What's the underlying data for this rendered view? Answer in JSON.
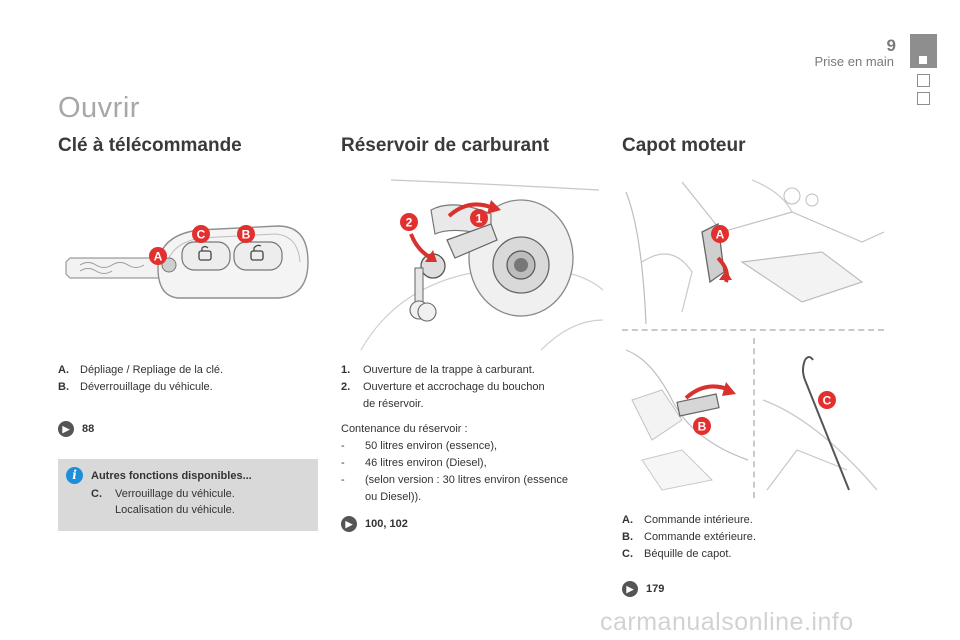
{
  "header": {
    "page_number": "9",
    "section": "Prise en main"
  },
  "page_title": "Ouvrir",
  "columns": {
    "key": {
      "title": "Clé à télécommande",
      "callouts": [
        "A",
        "B",
        "C"
      ],
      "legend": [
        {
          "key": "A.",
          "text": "Dépliage / Repliage de la clé."
        },
        {
          "key": "B.",
          "text": "Déverrouillage du véhicule."
        }
      ],
      "page_ref": "88",
      "info_box": {
        "title": "Autres fonctions disponibles...",
        "key": "C.",
        "lines": [
          "Verrouillage du véhicule.",
          "Localisation du véhicule."
        ]
      }
    },
    "fuel": {
      "title": "Réservoir de carburant",
      "callouts": [
        "1",
        "2"
      ],
      "legend": [
        {
          "key": "1.",
          "text": "Ouverture de la trappe à carburant."
        },
        {
          "key": "2.",
          "text": "Ouverture et accrochage du bouchon",
          "text2": "de réservoir."
        }
      ],
      "capacity_intro": "Contenance du réservoir :",
      "capacity_items": [
        {
          "dash": "-",
          "text": "50 litres environ (essence),"
        },
        {
          "dash": "-",
          "text": "46 litres environ (Diesel),"
        },
        {
          "dash": "-",
          "text": "(selon version : 30 litres environ (essence",
          "text2": "ou Diesel))."
        }
      ],
      "page_ref": "100, 102"
    },
    "hood": {
      "title": "Capot moteur",
      "callouts": [
        "A",
        "B",
        "C"
      ],
      "legend": [
        {
          "key": "A.",
          "text": "Commande intérieure."
        },
        {
          "key": "B.",
          "text": "Commande extérieure."
        },
        {
          "key": "C.",
          "text": "Béquille de capot."
        }
      ],
      "page_ref": "179"
    }
  },
  "watermark": "carmanualsonline.info",
  "colors": {
    "callout_red": "#e2302f",
    "arrow_red": "#d8322f",
    "info_blue": "#1e8fd6",
    "tab_gray": "#8e8e8e"
  }
}
